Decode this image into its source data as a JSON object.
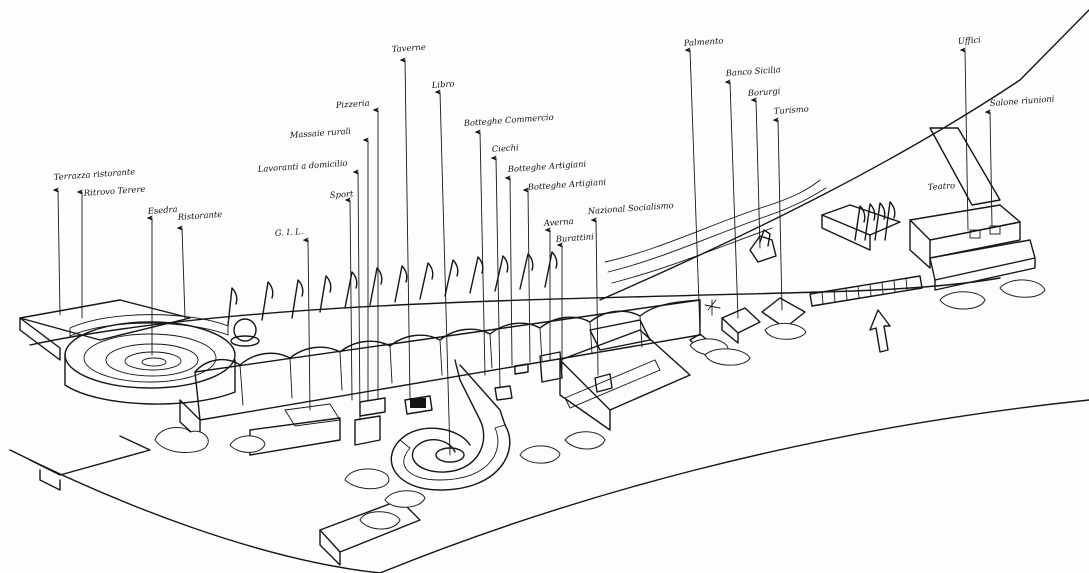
{
  "labels": {
    "terrazza": "Terrazza ristorante",
    "ritrovo": "Ritrovo Terere",
    "esedra": "Esedra",
    "ristorante": "Ristorante",
    "gil": "G. I. L.",
    "sport": "Sport",
    "lavoranti": "Lavoranti a domicilio",
    "massaie": "Massaie rurali",
    "pizzeria": "Pizzeria",
    "taverne": "Taverne",
    "libro": "Libro",
    "botteghe_commercio": "Botteghe Commercio",
    "ciechi": "Ciechi",
    "botteghe_artigiani_1": "Botteghe Artigiani",
    "botteghe_artigiani_2": "Botteghe Artigiani",
    "averna": "Averna",
    "burattini": "Burattini",
    "nazional_socialismo": "Nazional Socialismo",
    "palmento": "Palmento",
    "banco_sicilia": "Banco Sicilia",
    "borurgi": "Borurgi",
    "turismo": "Turismo",
    "uffici": "Uffici",
    "salone_riunioni": "Salone riunioni",
    "teatro": "Teatro"
  },
  "icons": {
    "north_arrow": "north-arrow-icon"
  }
}
